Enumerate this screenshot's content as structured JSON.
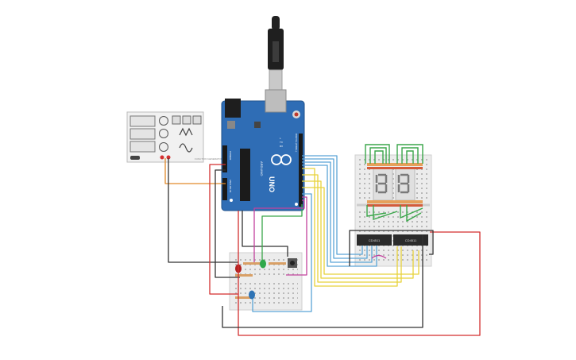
{
  "board": {
    "model": "UNO",
    "brand": "ARDUINO",
    "digital_label": "DIGITAL (PWM~)",
    "analog_label": "ANALOG IN",
    "power_label": "POWER",
    "tx_label": "TX",
    "rx_label": "RX",
    "l_label": "L"
  },
  "ic_left": {
    "label": "CD4511"
  },
  "ic_right": {
    "label": "CD4511"
  },
  "function_generator": {
    "label": "FUNCTION GENERATOR"
  },
  "colors": {
    "board": "#2f6db5",
    "breadboard": "#e9e9e9",
    "wire_red": "#d32f2f",
    "wire_black": "#333333",
    "wire_green": "#3aa64a",
    "wire_yellow": "#e8d23a",
    "wire_blue": "#5aa5d6",
    "wire_orange": "#e28a2b",
    "wire_magenta": "#c2429d",
    "segment": "#7a7a7a"
  }
}
